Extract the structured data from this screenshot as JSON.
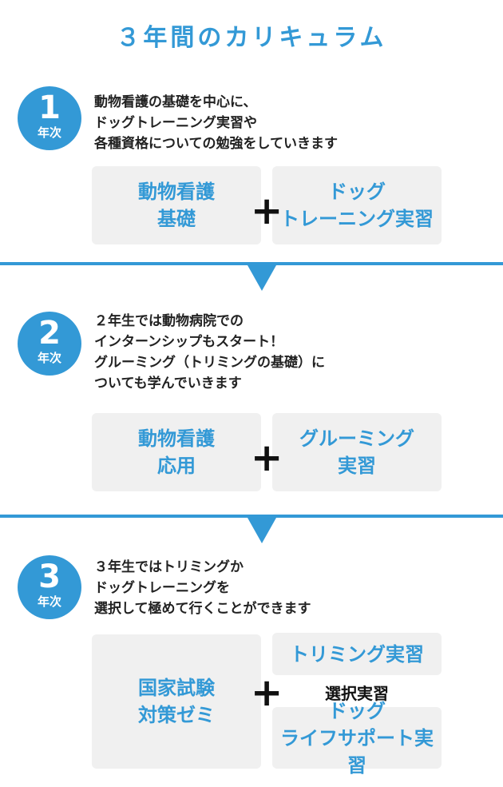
{
  "title": "３年間のカリキュラム",
  "years": [
    {
      "num": "1",
      "label": "年次",
      "desc": "動物看護の基礎を中心に、\nドッグトレーニング実習や\n各種資格についての勉強をしていきます",
      "boxes": [
        "動物看護\n基礎",
        "ドッグ\nトレーニング実習"
      ],
      "plus": "+"
    },
    {
      "num": "2",
      "label": "年次",
      "desc": "２年生では動物病院での\nインターンシップもスタート！\nグルーミング（トリミングの基礎）に\nついても学んでいきます",
      "boxes": [
        "動物看護\n応用",
        "グルーミング\n実習"
      ],
      "plus": "+"
    },
    {
      "num": "3",
      "label": "年次",
      "desc": "３年生ではトリミングか\nドッグトレーニングを\n選択して極めて行くことができます",
      "boxes": [
        "国家試験\n対策ゼミ",
        "トリミング実習",
        "ドッグ\nライフサポート実習"
      ],
      "plus": "+",
      "elective": "選択実習"
    }
  ],
  "colors": {
    "accent": "#3399d6",
    "box_bg": "#f0f0f0"
  }
}
